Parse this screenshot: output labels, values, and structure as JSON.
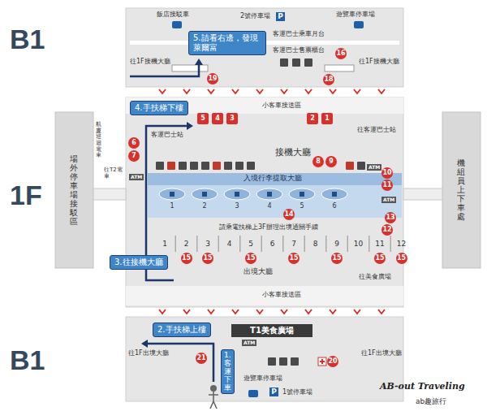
{
  "diagram": {
    "nodes": [
      {
        "text": [
          "5.請看右邊，發現萊爾富"
        ]
      },
      {
        "text": [
          "4.手扶梯下樓"
        ]
      },
      {
        "text": [
          "3.往接機大廳"
        ]
      },
      {
        "text": [
          "T1美食廣場"
        ]
      },
      {
        "text": [
          "2.手扶梯上樓"
        ]
      },
      {
        "text": [
          "1.客運下車"
        ]
      }
    ],
    "labels": [
      "B1",
      "飯店接駁車",
      "2號停車場",
      "P",
      "遊覽車停車場",
      "客運巴士乘車月台",
      "客運巴士售票櫃台",
      "16",
      "往1F接機大廳",
      "19",
      "18",
      "往1F接機大廳",
      "1F",
      "小客車接送區",
      "5",
      "4",
      "3",
      "2",
      "1",
      "客運巴士站",
      "往客運巴士站",
      "6",
      "7",
      "接機大廳",
      "8",
      "9",
      "航廈巡迴電車",
      "往T2電車",
      "場外停車場接駁區",
      "機組員上下車處",
      "ATM",
      "ATM",
      "ATM",
      "10",
      "11",
      "入境行李提取大廳",
      "1",
      "2",
      "3",
      "4",
      "5",
      "6",
      "13",
      "12",
      "14",
      "請乘電扶梯上3F辦理出境通關手續",
      "1",
      "2",
      "3",
      "4",
      "5",
      "6",
      "7",
      "8",
      "9",
      "10",
      "11",
      "12",
      "15",
      "15",
      "15",
      "15",
      "15",
      "15",
      "15",
      "出境大廳",
      "往美食廣場",
      "小客車接送區",
      "B1",
      "往1F出境大廳",
      "往1F出境大廳",
      "ATM",
      "21",
      "20",
      "遊覽車停車場",
      "1號停車場",
      "P",
      "AB-out Traveling",
      "ab趣旅行"
    ]
  }
}
